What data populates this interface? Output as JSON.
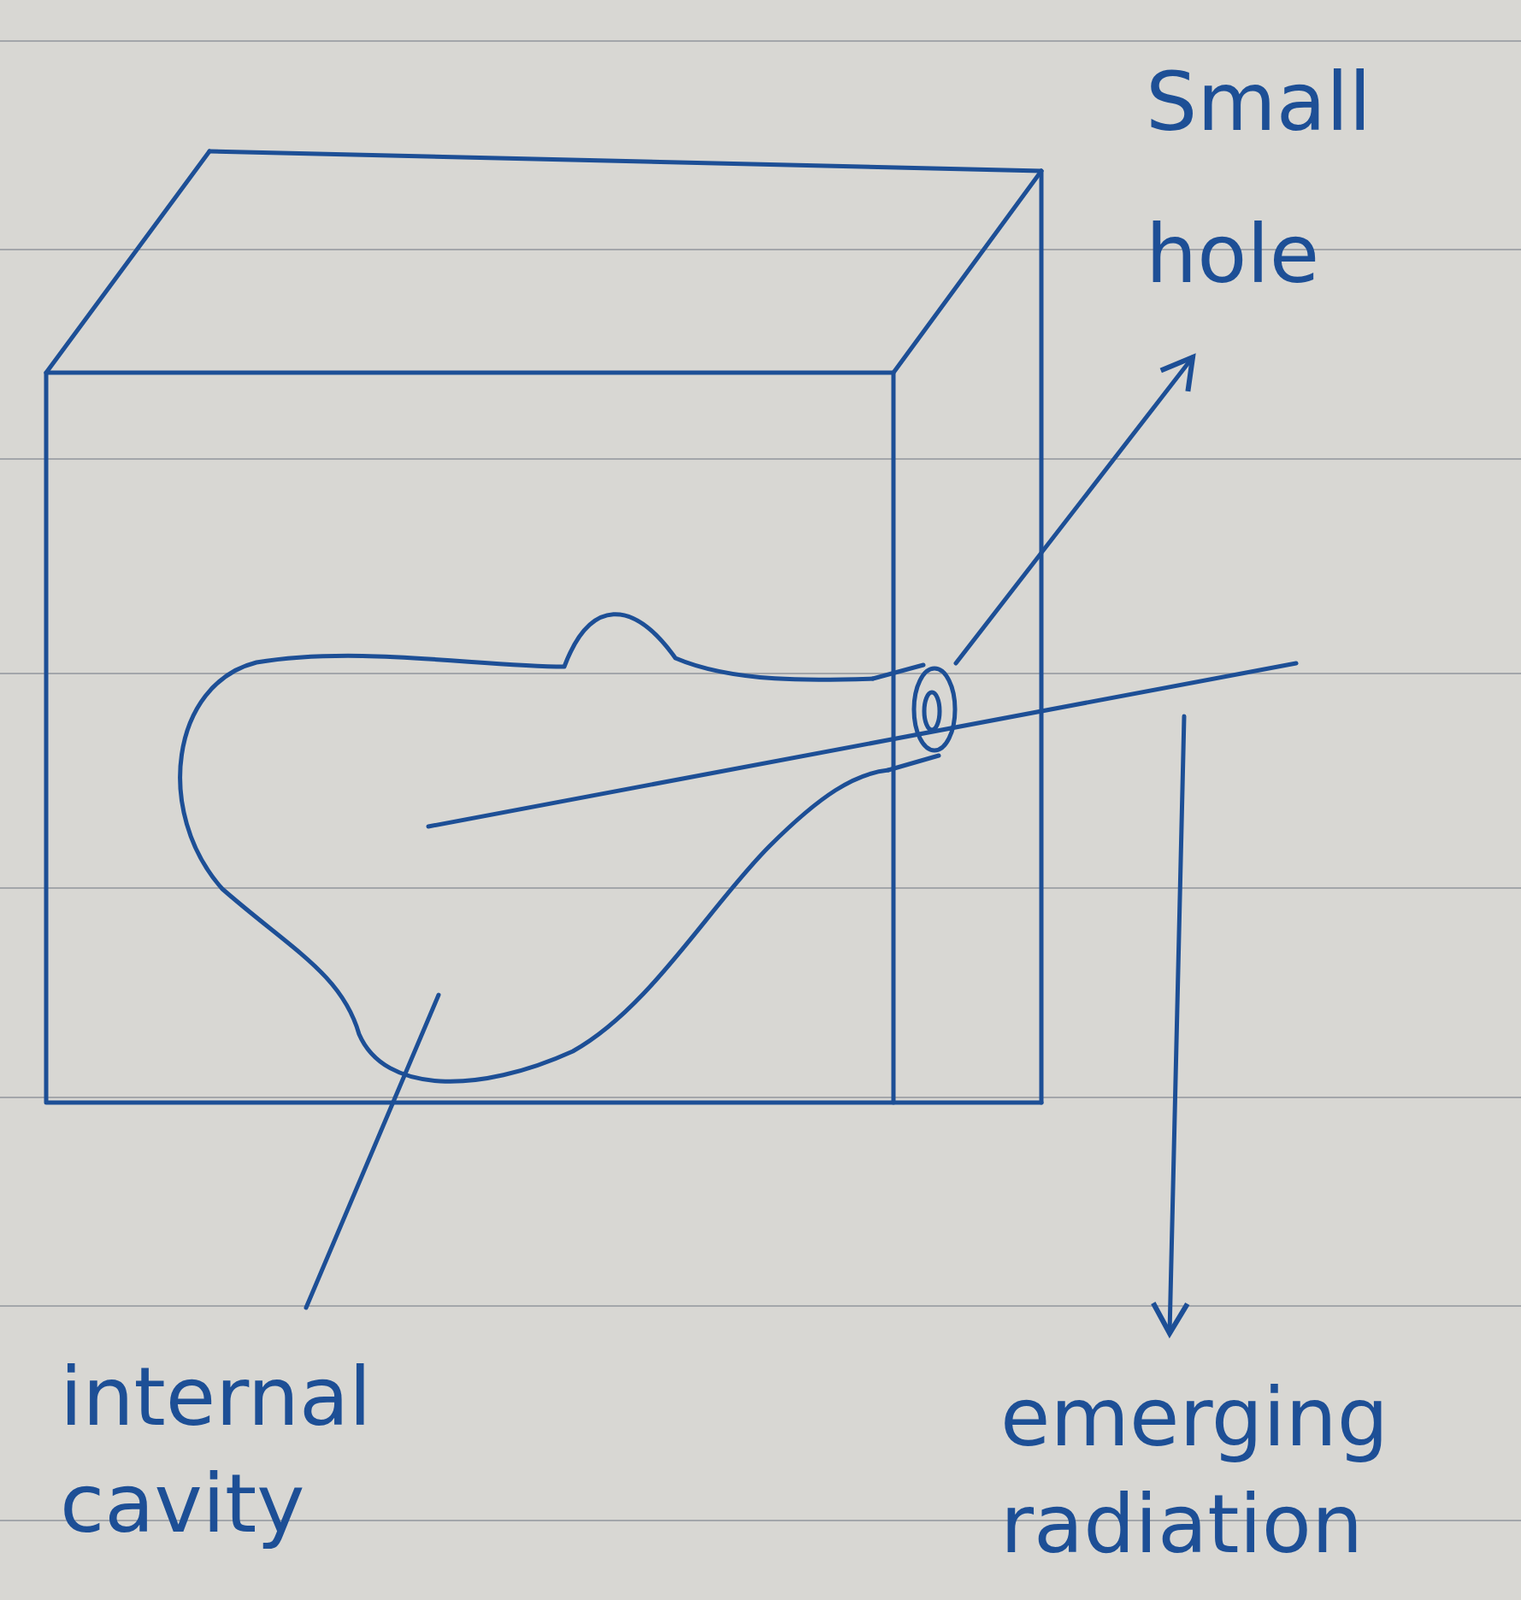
{
  "diagram": {
    "labels": [
      "Small hole",
      "internal cavity",
      "emerging radiation"
    ]
  }
}
